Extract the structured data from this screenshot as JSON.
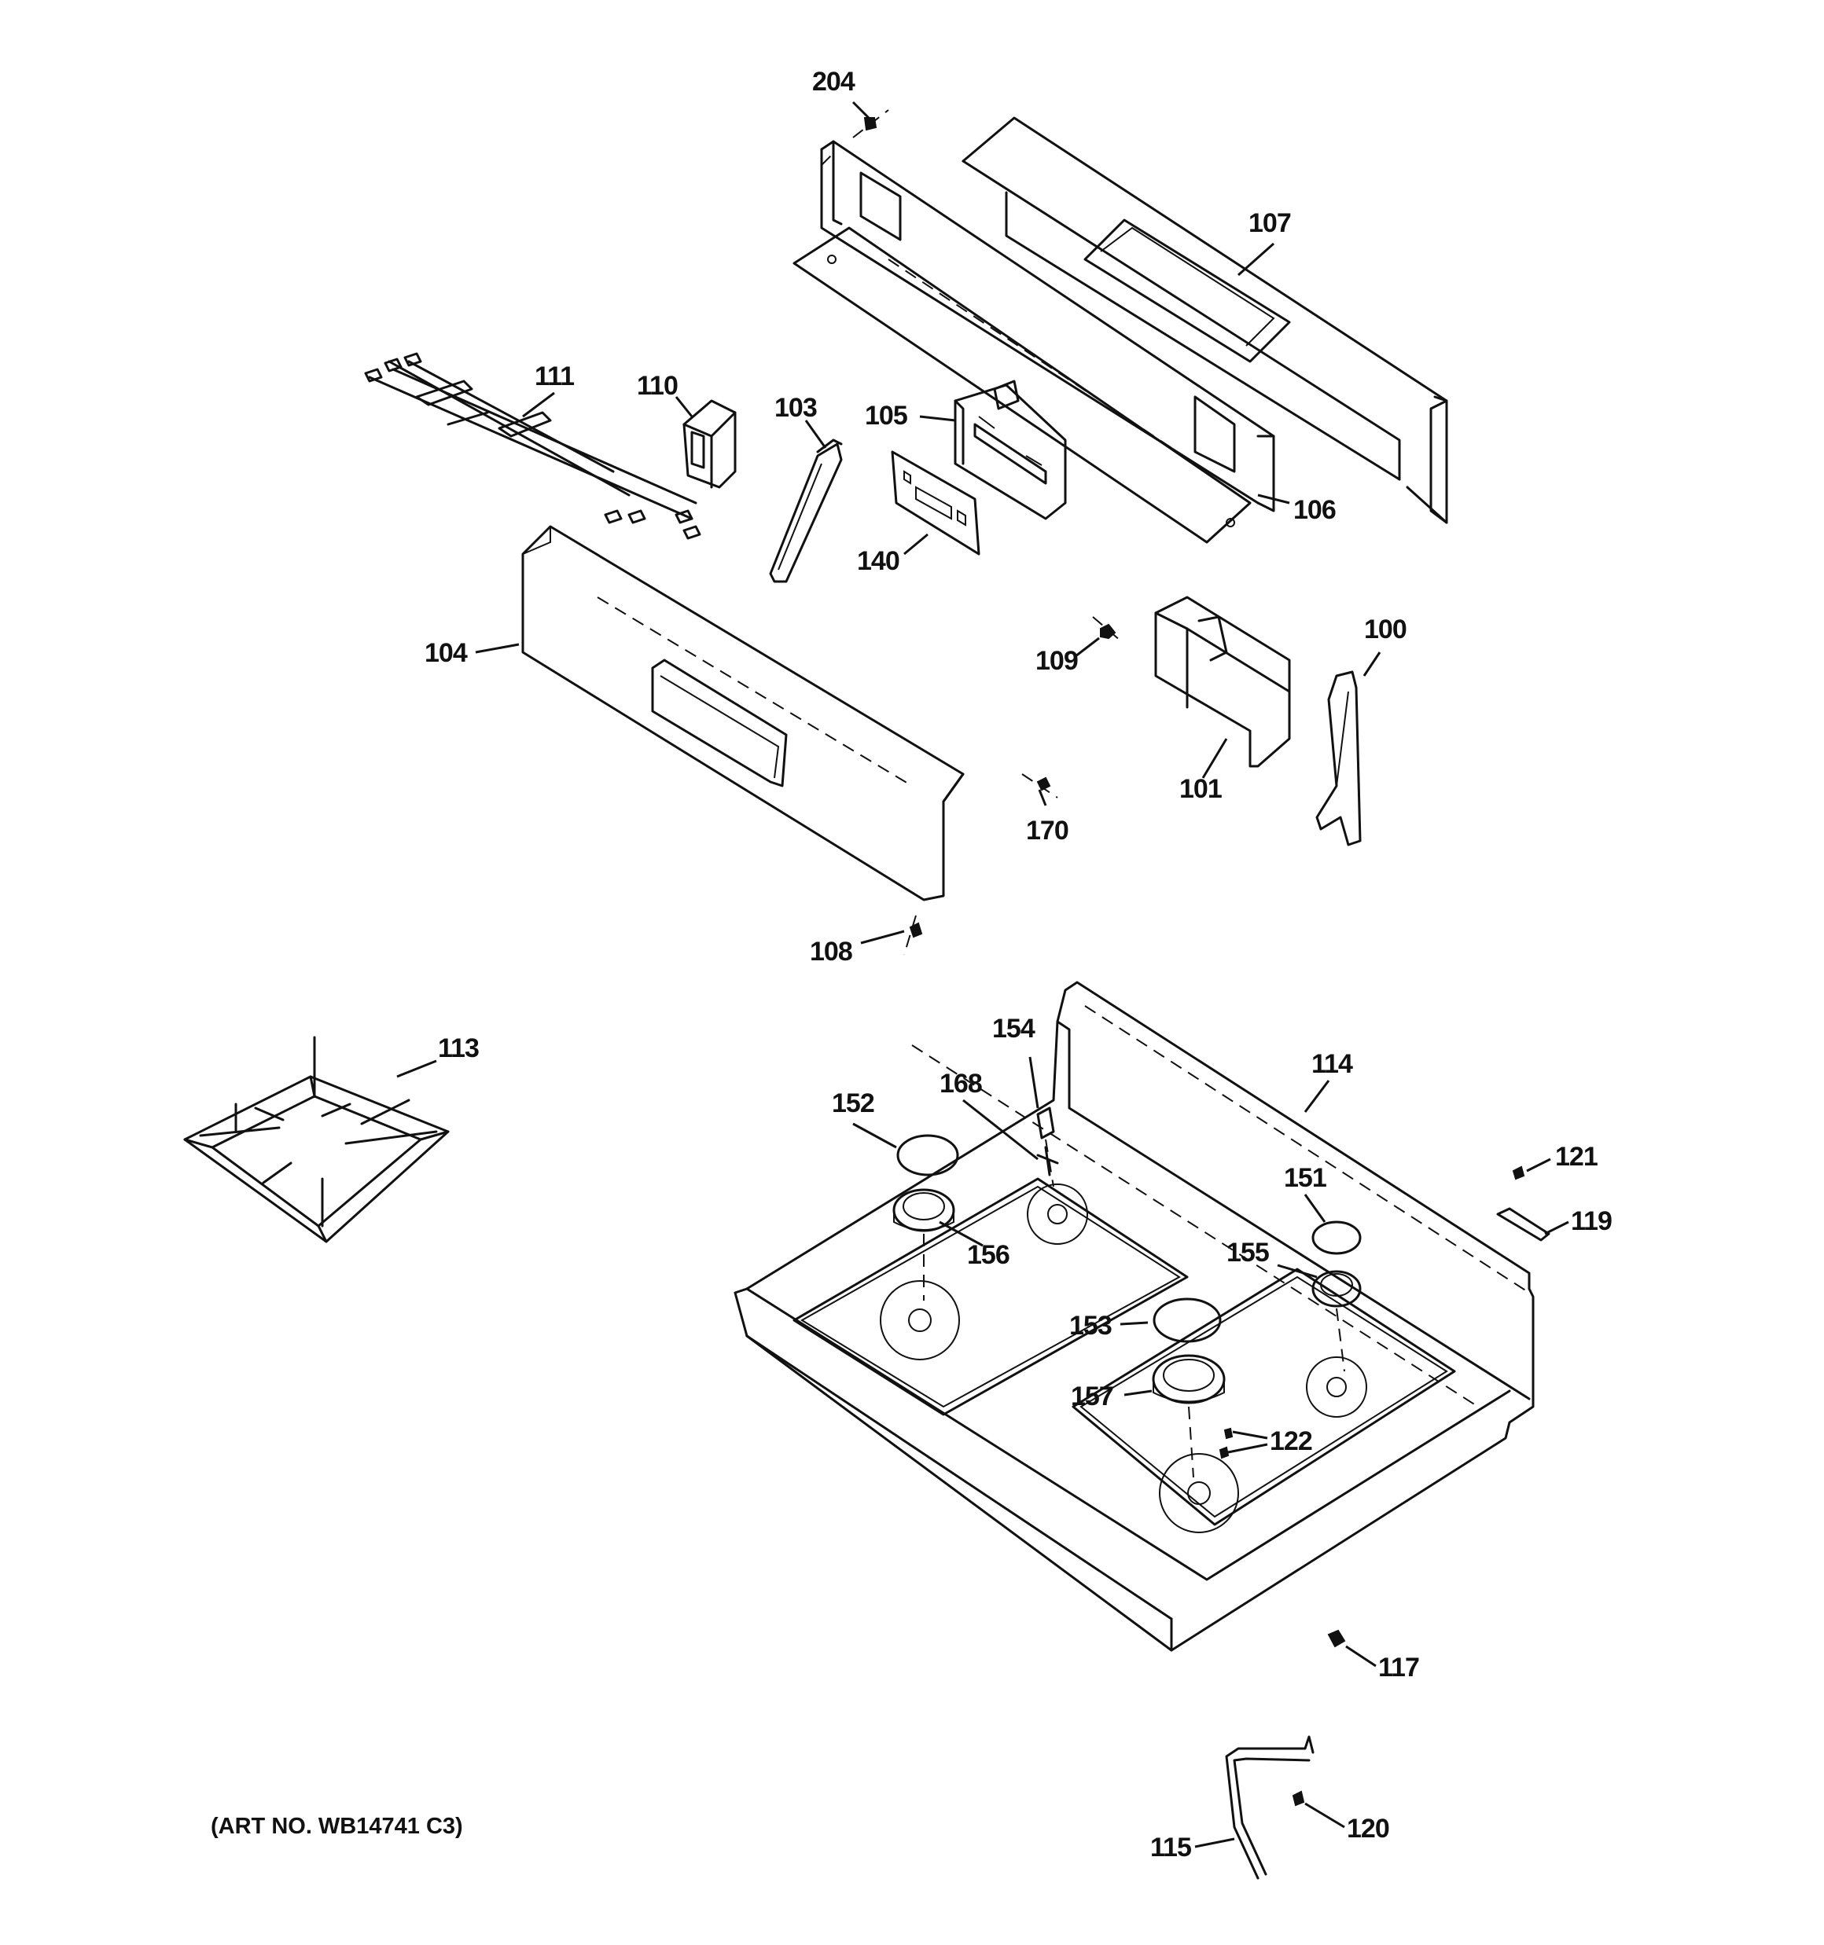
{
  "art_number": "(ART NO. WB14741 C3)",
  "callouts": {
    "c100": "100",
    "c101": "101",
    "c103": "103",
    "c104": "104",
    "c105": "105",
    "c106": "106",
    "c107": "107",
    "c108": "108",
    "c109": "109",
    "c110": "110",
    "c111": "111",
    "c113": "113",
    "c114": "114",
    "c115": "115",
    "c117": "117",
    "c119": "119",
    "c120": "120",
    "c121": "121",
    "c122": "122",
    "c140": "140",
    "c151": "151",
    "c152": "152",
    "c153": "153",
    "c154": "154",
    "c155": "155",
    "c156": "156",
    "c157": "157",
    "c168": "168",
    "c170": "170",
    "c204": "204"
  }
}
